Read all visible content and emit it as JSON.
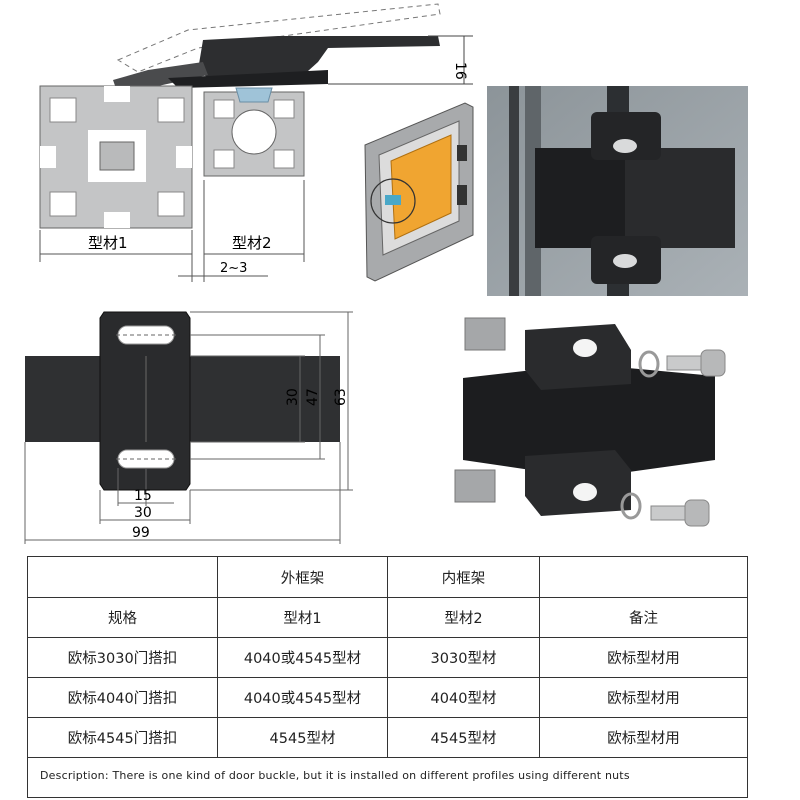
{
  "drawing_top": {
    "height_dim": "16",
    "profile1_label": "型材1",
    "profile2_label": "型材2",
    "gap_dim": "2~3"
  },
  "drawing_front": {
    "dims_vertical": [
      "30",
      "47",
      "63"
    ],
    "dims_horizontal": [
      "15",
      "30",
      "99"
    ]
  },
  "table": {
    "header_row1": [
      "",
      "外框架",
      "内框架",
      ""
    ],
    "header_row2": [
      "规格",
      "型材1",
      "型材2",
      "备注"
    ],
    "rows": [
      [
        "欧标3030门搭扣",
        "4040或4545型材",
        "3030型材",
        "欧标型材用"
      ],
      [
        "欧标4040门搭扣",
        "4040或4545型材",
        "4040型材",
        "欧标型材用"
      ],
      [
        "欧标4545门搭扣",
        "4545型材",
        "4545型材",
        "欧标型材用"
      ]
    ]
  },
  "description": "Description: There is one kind of door buckle, but it is installed on different profiles using different nuts",
  "colors": {
    "profile_gray": "#b9babb",
    "latch_black": "#2b2c2e",
    "orange_panel": "#f0a531",
    "blue_nut": "#4aa8c8"
  }
}
